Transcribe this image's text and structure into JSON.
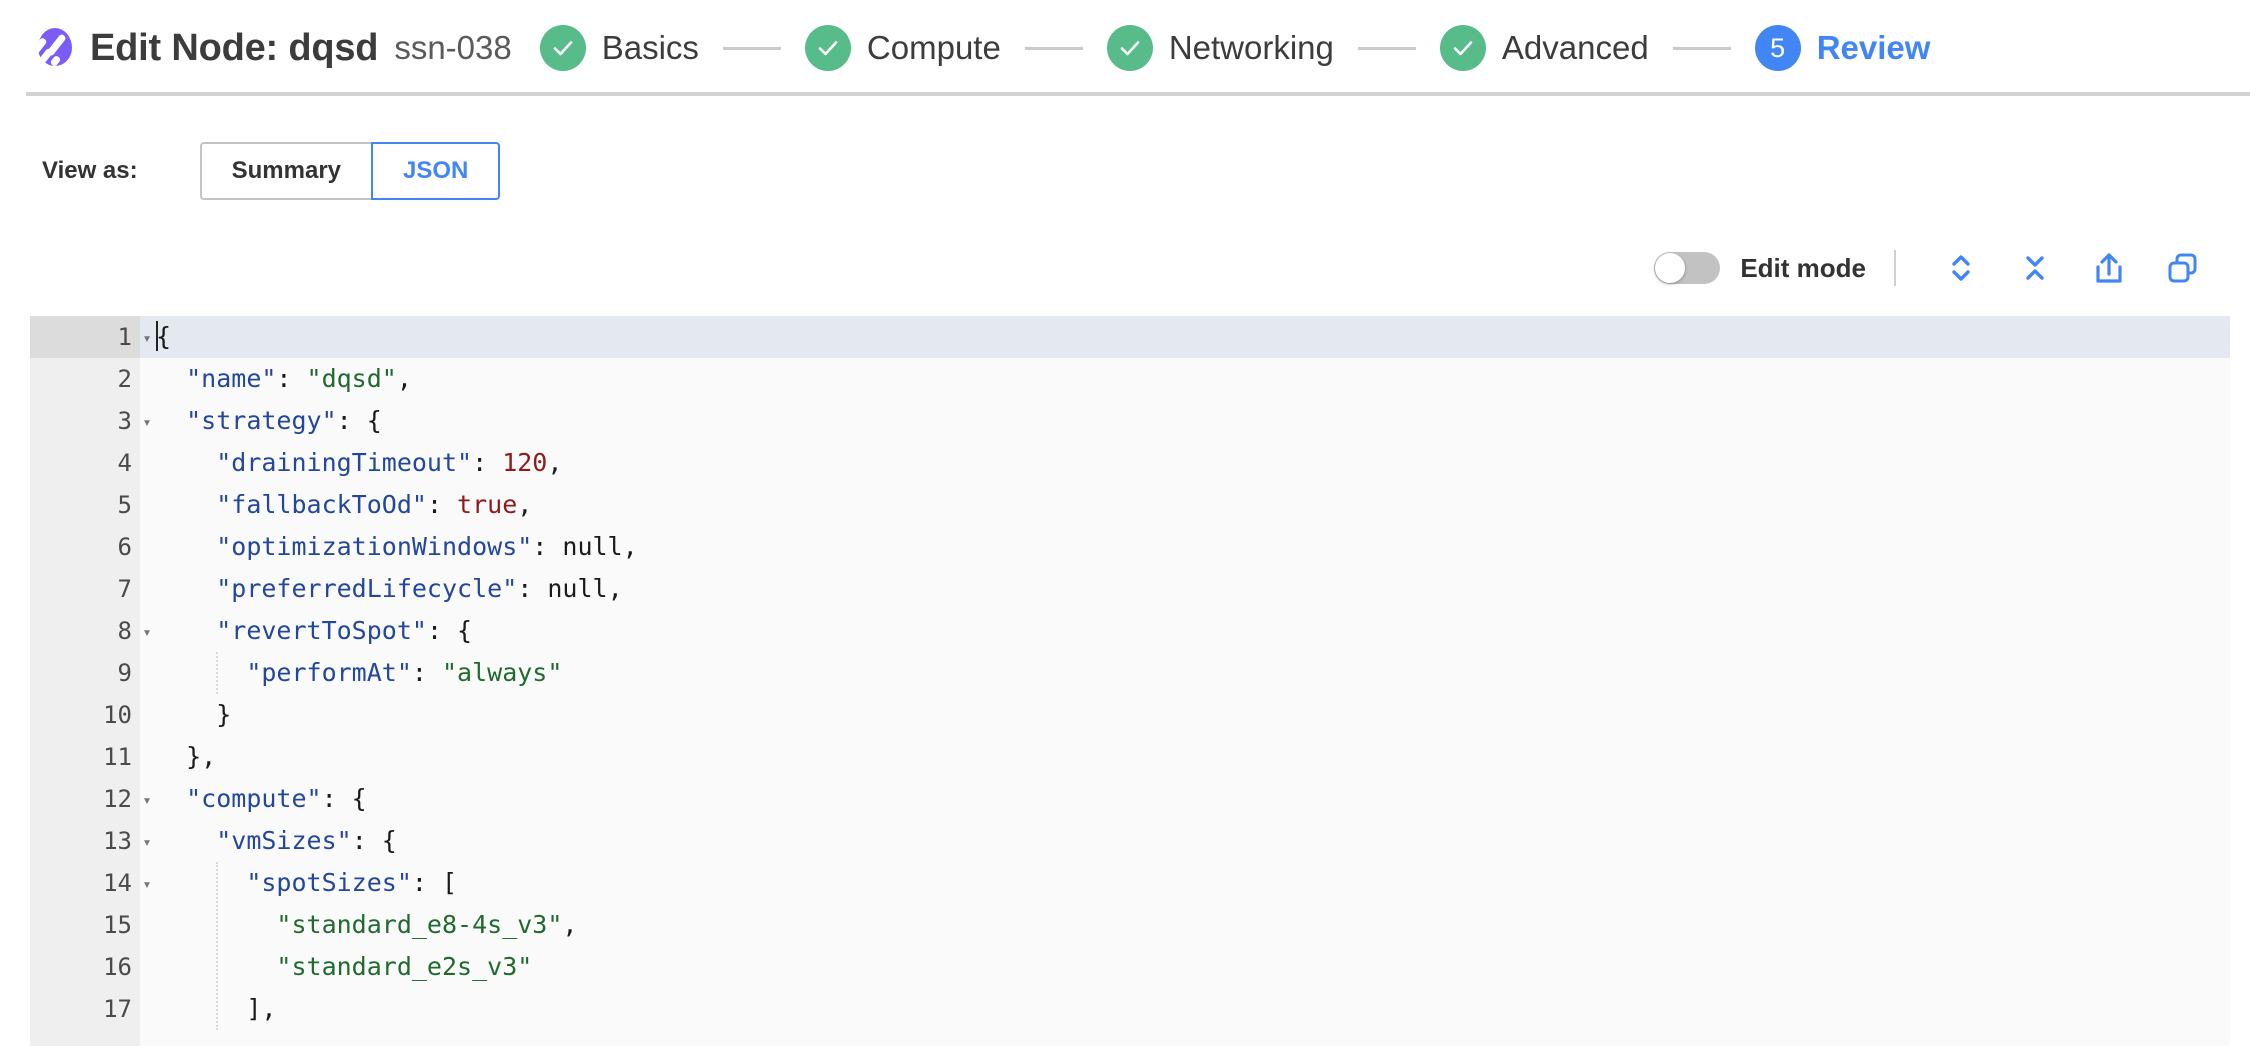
{
  "header": {
    "logo_icon": "comet-logo-icon",
    "title": "Edit Node: dqsd",
    "subtitle": "ssn-038",
    "brand_color": "#7c5cf7"
  },
  "stepper": {
    "done_color": "#57bb8a",
    "active_color": "#4285f4",
    "steps": [
      {
        "label": "Basics",
        "state": "done",
        "indicator": "check"
      },
      {
        "label": "Compute",
        "state": "done",
        "indicator": "check"
      },
      {
        "label": "Networking",
        "state": "done",
        "indicator": "check"
      },
      {
        "label": "Advanced",
        "state": "done",
        "indicator": "check"
      },
      {
        "label": "Review",
        "state": "active",
        "indicator": "5"
      }
    ]
  },
  "view_as": {
    "label": "View as:",
    "options": [
      {
        "label": "Summary",
        "selected": false
      },
      {
        "label": "JSON",
        "selected": true
      }
    ]
  },
  "editor_toolbar": {
    "toggle_label": "Edit mode",
    "toggle_on": false,
    "icons": [
      {
        "name": "expand-all-icon",
        "title": "Expand all"
      },
      {
        "name": "collapse-all-icon",
        "title": "Collapse all"
      },
      {
        "name": "share-icon",
        "title": "Share"
      },
      {
        "name": "copy-icon",
        "title": "Copy"
      }
    ],
    "icon_color": "#4285f4"
  },
  "json_editor": {
    "active_line": 1,
    "colors": {
      "key": "#22479c",
      "string": "#1f6b2e",
      "number": "#8c1c1c",
      "boolean": "#8c1c1c",
      "punctuation": "#1a1a1a",
      "background": "#fafafa",
      "gutter": "#efefef",
      "active_line": "#e4e8f0"
    },
    "lines": [
      {
        "n": 1,
        "fold": true,
        "indent": 0,
        "tokens": [
          {
            "t": "p",
            "v": "{"
          }
        ],
        "cursor": true
      },
      {
        "n": 2,
        "fold": false,
        "indent": 1,
        "tokens": [
          {
            "t": "k",
            "v": "\"name\""
          },
          {
            "t": "p",
            "v": ": "
          },
          {
            "t": "s",
            "v": "\"dqsd\""
          },
          {
            "t": "p",
            "v": ","
          }
        ]
      },
      {
        "n": 3,
        "fold": true,
        "indent": 1,
        "tokens": [
          {
            "t": "k",
            "v": "\"strategy\""
          },
          {
            "t": "p",
            "v": ": {"
          }
        ]
      },
      {
        "n": 4,
        "fold": false,
        "indent": 2,
        "tokens": [
          {
            "t": "k",
            "v": "\"drainingTimeout\""
          },
          {
            "t": "p",
            "v": ": "
          },
          {
            "t": "n",
            "v": "120"
          },
          {
            "t": "p",
            "v": ","
          }
        ]
      },
      {
        "n": 5,
        "fold": false,
        "indent": 2,
        "tokens": [
          {
            "t": "k",
            "v": "\"fallbackToOd\""
          },
          {
            "t": "p",
            "v": ": "
          },
          {
            "t": "b",
            "v": "true"
          },
          {
            "t": "p",
            "v": ","
          }
        ]
      },
      {
        "n": 6,
        "fold": false,
        "indent": 2,
        "tokens": [
          {
            "t": "k",
            "v": "\"optimizationWindows\""
          },
          {
            "t": "p",
            "v": ": "
          },
          {
            "t": "p",
            "v": "null"
          },
          {
            "t": "p",
            "v": ","
          }
        ]
      },
      {
        "n": 7,
        "fold": false,
        "indent": 2,
        "tokens": [
          {
            "t": "k",
            "v": "\"preferredLifecycle\""
          },
          {
            "t": "p",
            "v": ": "
          },
          {
            "t": "p",
            "v": "null"
          },
          {
            "t": "p",
            "v": ","
          }
        ]
      },
      {
        "n": 8,
        "fold": true,
        "indent": 2,
        "tokens": [
          {
            "t": "k",
            "v": "\"revertToSpot\""
          },
          {
            "t": "p",
            "v": ": {"
          }
        ]
      },
      {
        "n": 9,
        "fold": false,
        "indent": 3,
        "tokens": [
          {
            "t": "k",
            "v": "\"performAt\""
          },
          {
            "t": "p",
            "v": ": "
          },
          {
            "t": "s",
            "v": "\"always\""
          }
        ]
      },
      {
        "n": 10,
        "fold": false,
        "indent": 2,
        "tokens": [
          {
            "t": "p",
            "v": "}"
          }
        ]
      },
      {
        "n": 11,
        "fold": false,
        "indent": 1,
        "tokens": [
          {
            "t": "p",
            "v": "},"
          }
        ]
      },
      {
        "n": 12,
        "fold": true,
        "indent": 1,
        "tokens": [
          {
            "t": "k",
            "v": "\"compute\""
          },
          {
            "t": "p",
            "v": ": {"
          }
        ]
      },
      {
        "n": 13,
        "fold": true,
        "indent": 2,
        "tokens": [
          {
            "t": "k",
            "v": "\"vmSizes\""
          },
          {
            "t": "p",
            "v": ": {"
          }
        ]
      },
      {
        "n": 14,
        "fold": true,
        "indent": 3,
        "tokens": [
          {
            "t": "k",
            "v": "\"spotSizes\""
          },
          {
            "t": "p",
            "v": ": ["
          }
        ]
      },
      {
        "n": 15,
        "fold": false,
        "indent": 4,
        "tokens": [
          {
            "t": "s",
            "v": "\"standard_e8-4s_v3\""
          },
          {
            "t": "p",
            "v": ","
          }
        ]
      },
      {
        "n": 16,
        "fold": false,
        "indent": 4,
        "tokens": [
          {
            "t": "s",
            "v": "\"standard_e2s_v3\""
          }
        ]
      },
      {
        "n": 17,
        "fold": false,
        "indent": 3,
        "tokens": [
          {
            "t": "p",
            "v": "],"
          }
        ]
      }
    ]
  }
}
